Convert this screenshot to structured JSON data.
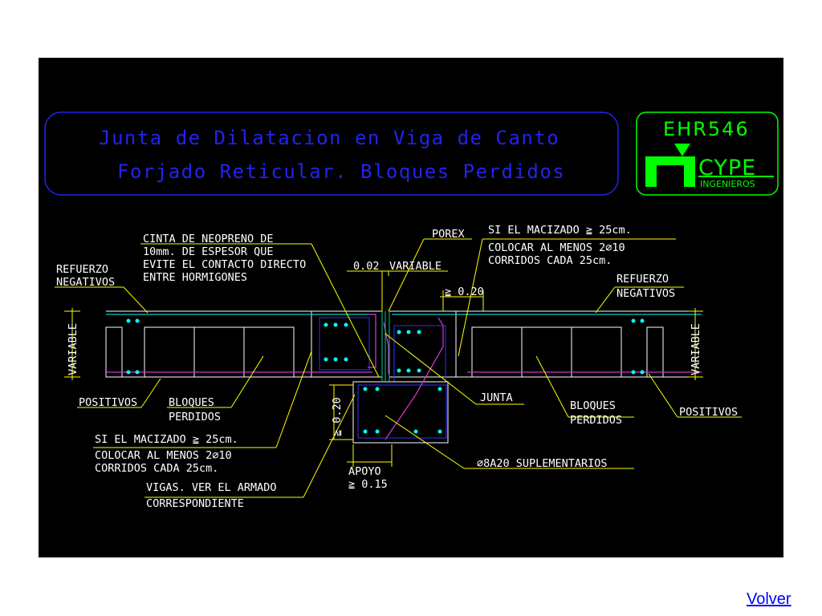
{
  "diagram": {
    "title_line1": "Junta de Dilatacion en Viga de Canto",
    "title_line2": "Forjado Reticular. Bloques Perdidos",
    "logo": {
      "code": "EHR546",
      "brand": "CYPE",
      "sub": "INGENIEROS"
    },
    "labels": {
      "refuerzo_left_1": "REFUERZO",
      "refuerzo_left_2": "NEGATIVOS",
      "refuerzo_right_1": "REFUERZO",
      "refuerzo_right_2": "NEGATIVOS",
      "cinta_1": "CINTA DE NEOPRENO DE",
      "cinta_2": "10mm. DE ESPESOR QUE",
      "cinta_3": "EVITE EL CONTACTO DIRECTO",
      "cinta_4": "ENTRE HORMIGONES",
      "porex": "POREX",
      "dim_002": "0.02",
      "variable_top": "VARIABLE",
      "si_right_1": "SI EL MACIZADO ≧ 25cm.",
      "si_right_2": "COLOCAR AL MENOS 2∅10",
      "si_right_3": "CORRIDOS CADA 25cm.",
      "dim_020_top": "≧ 0.20",
      "variable_left": "VARIABLE",
      "variable_right": "VARIABLE",
      "positivos_left": "POSITIVOS",
      "positivos_right": "POSITIVOS",
      "bloques_left_1": "BLOQUES",
      "bloques_left_2": "PERDIDOS",
      "bloques_right_1": "BLOQUES",
      "bloques_right_2": "PERDIDOS",
      "junta": "JUNTA",
      "si_left_1": "SI EL MACIZADO ≧ 25cm.",
      "si_left_2": "COLOCAR AL MENOS 2∅10",
      "si_left_3": "CORRIDOS CADA 25cm.",
      "dim_020_vert": "≧ 0.20",
      "apoyo_1": "APOYO",
      "apoyo_2": "≧ 0.15",
      "vigas_1": "VIGAS. VER EL ARMADO",
      "vigas_2": "CORRESPONDIENTE",
      "suplementarios": "∅8A20 SUPLEMENTARIOS"
    },
    "colors": {
      "background": "#000000",
      "slab_outline": "#ffffff",
      "rebar_negative": "#00cccc",
      "rebar_positive": "#cc33cc",
      "blocks": "#ffffff",
      "leader": "#ffff00",
      "beam": "#2f2fff",
      "title": "#2323ee",
      "logo": "#00ff00",
      "rebar_dots": "#00ffff"
    }
  },
  "nav": {
    "volver_label": "Volver"
  }
}
